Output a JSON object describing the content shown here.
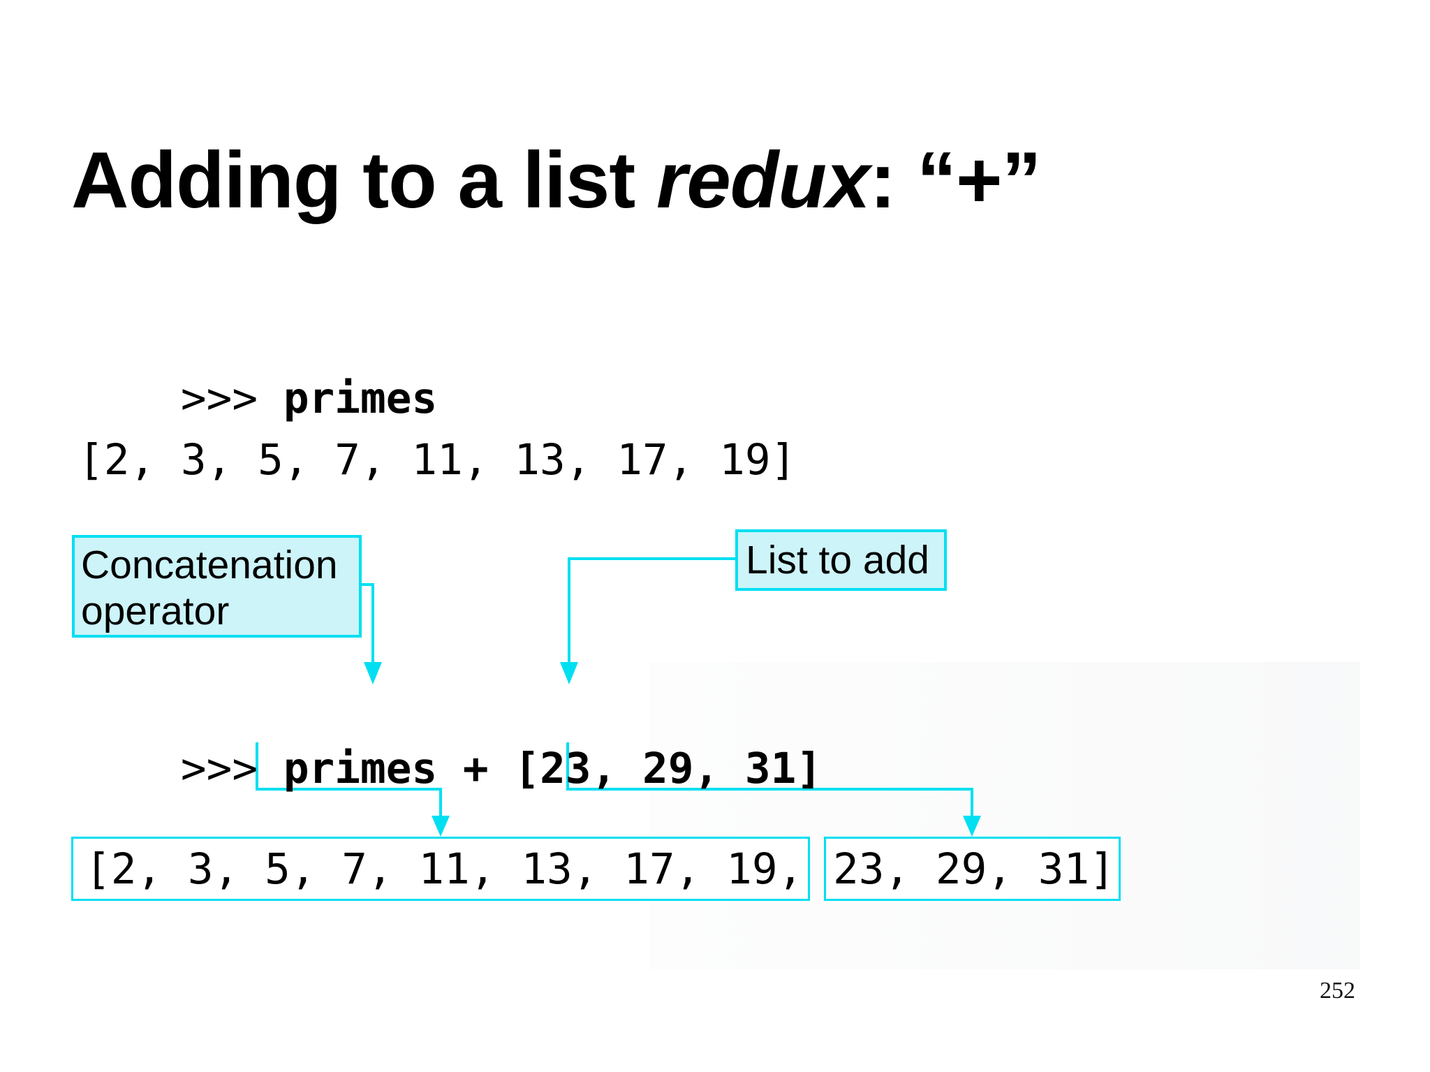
{
  "slide": {
    "title": {
      "prefix": "Adding to a list ",
      "emphasis": "redux",
      "suffix": ": “+”"
    },
    "terminal": {
      "line1_prompt": ">>> ",
      "line1_command": "primes",
      "line1_output": "[2, 3, 5, 7, 11, 13, 17, 19]",
      "line2_prompt": ">>> ",
      "line2_command": "primes + [23, 29, 31]"
    },
    "callouts": {
      "concatenation_operator": "Concatenation operator",
      "list_to_add": "List to add"
    },
    "result": {
      "first_part": "[2, 3, 5, 7, 11, 13, 17, 19,",
      "second_part": "23, 29, 31]"
    },
    "page_number": "252",
    "colors": {
      "accent_cyan": "#00DFF2",
      "callout_fill": "#CCF4F9",
      "text": "#000000"
    }
  }
}
